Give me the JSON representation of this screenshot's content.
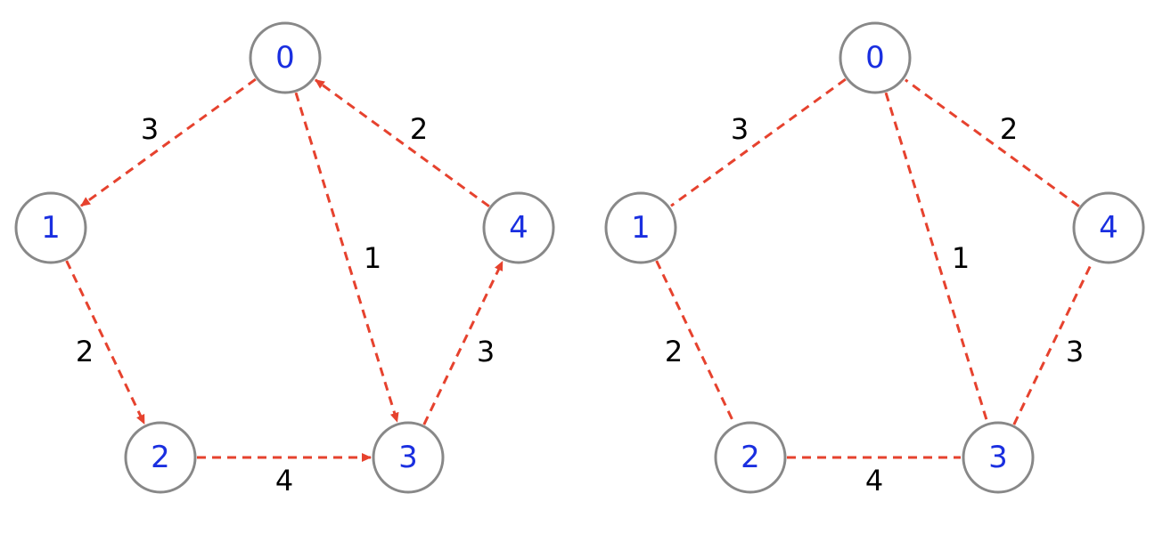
{
  "colors": {
    "node_stroke": "#888888",
    "node_text": "#1a2fe0",
    "edge": "#e6422e",
    "weight_text": "#000000"
  },
  "graphs": [
    {
      "id": "directed",
      "directed": true,
      "nodes": [
        {
          "id": "0",
          "label": "0"
        },
        {
          "id": "1",
          "label": "1"
        },
        {
          "id": "2",
          "label": "2"
        },
        {
          "id": "3",
          "label": "3"
        },
        {
          "id": "4",
          "label": "4"
        }
      ],
      "edges": [
        {
          "from": "0",
          "to": "1",
          "weight": "3"
        },
        {
          "from": "1",
          "to": "2",
          "weight": "2"
        },
        {
          "from": "2",
          "to": "3",
          "weight": "4"
        },
        {
          "from": "0",
          "to": "3",
          "weight": "1"
        },
        {
          "from": "3",
          "to": "4",
          "weight": "3"
        },
        {
          "from": "4",
          "to": "0",
          "weight": "2"
        }
      ]
    },
    {
      "id": "undirected",
      "directed": false,
      "nodes": [
        {
          "id": "0",
          "label": "0"
        },
        {
          "id": "1",
          "label": "1"
        },
        {
          "id": "2",
          "label": "2"
        },
        {
          "id": "3",
          "label": "3"
        },
        {
          "id": "4",
          "label": "4"
        }
      ],
      "edges": [
        {
          "from": "0",
          "to": "1",
          "weight": "3"
        },
        {
          "from": "1",
          "to": "2",
          "weight": "2"
        },
        {
          "from": "2",
          "to": "3",
          "weight": "4"
        },
        {
          "from": "0",
          "to": "3",
          "weight": "1"
        },
        {
          "from": "3",
          "to": "4",
          "weight": "3"
        },
        {
          "from": "4",
          "to": "0",
          "weight": "2"
        }
      ]
    }
  ]
}
